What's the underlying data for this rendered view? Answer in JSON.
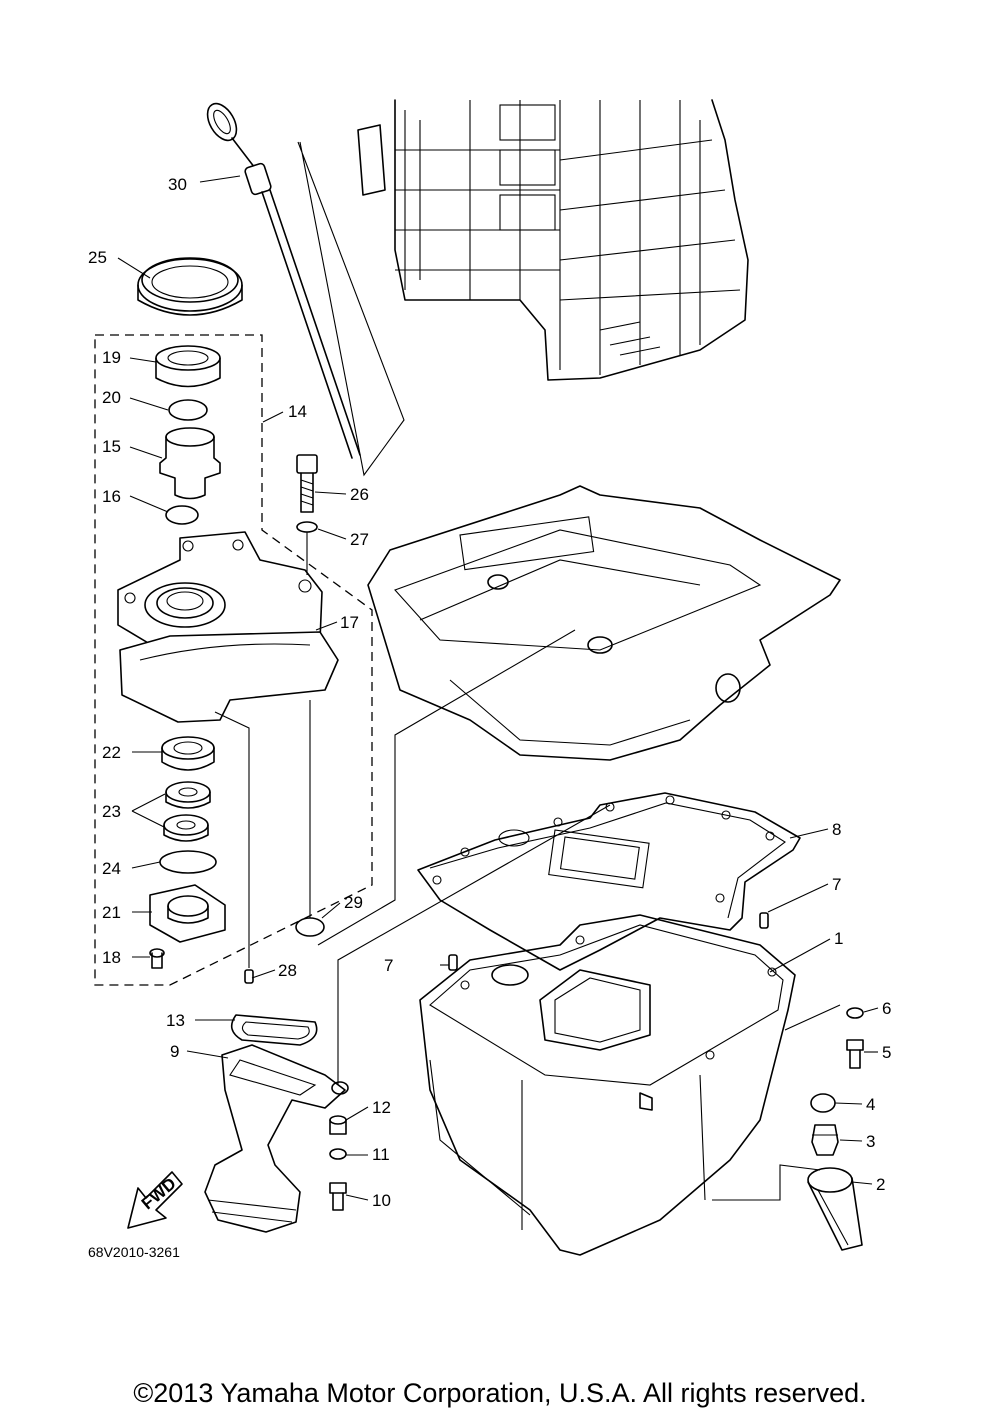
{
  "diagram_code": "68V2010-3261",
  "fwd_label": "FWD",
  "copyright": "©2013 Yamaha Motor Corporation, U.S.A. All rights reserved.",
  "callouts": [
    "30",
    "25",
    "19",
    "20",
    "14",
    "15",
    "16",
    "26",
    "27",
    "17",
    "22",
    "23",
    "24",
    "21",
    "18",
    "28",
    "29",
    "8",
    "7",
    "7",
    "1",
    "6",
    "5",
    "4",
    "3",
    "2",
    "13",
    "9",
    "12",
    "11",
    "10"
  ]
}
